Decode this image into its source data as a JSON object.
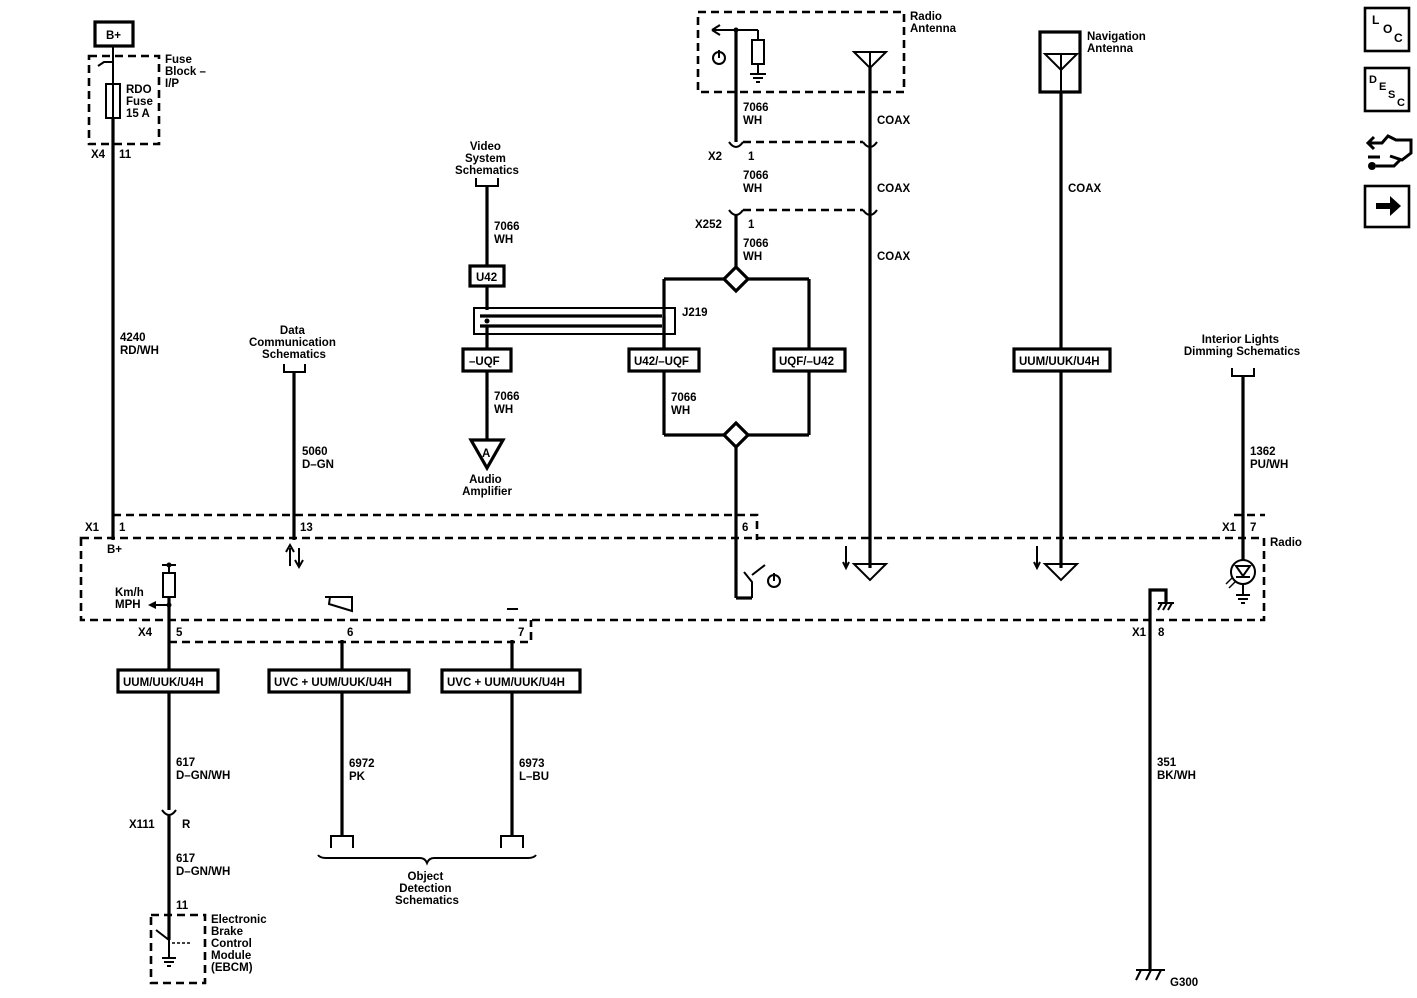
{
  "top": {
    "bplus": "B+",
    "fuse_block": [
      "Fuse",
      "Block –",
      "I/P"
    ],
    "fuse": [
      "RDO",
      "Fuse",
      "15 A"
    ],
    "x4_top": "X4",
    "pin_11_top": "11",
    "w4240": [
      "4240",
      "RD/WH"
    ]
  },
  "antenna": {
    "radio": [
      "Radio",
      "Antenna"
    ],
    "nav": [
      "Navigation",
      "Antenna"
    ],
    "coax1": "COAX",
    "coax2": "COAX",
    "coax3": "COAX",
    "coax_nav": "COAX",
    "w7066a": [
      "7066",
      "WH"
    ],
    "w7066b": [
      "7066",
      "WH"
    ],
    "w7066c": [
      "7066",
      "WH"
    ],
    "x2": "X2",
    "x2_pin": "1",
    "x252": "X252",
    "x252_pin": "1"
  },
  "video": {
    "title": [
      "Video",
      "System",
      "Schematics"
    ],
    "w7066": [
      "7066",
      "WH"
    ],
    "u42": "U42",
    "j219": "J219",
    "uqf_neg": "–UQF",
    "u42_uqf": "U42/–UQF",
    "uqf_u42": "UQF/–U42",
    "w7066_amp": [
      "7066",
      "WH"
    ],
    "w7066_mid": [
      "7066",
      "WH"
    ],
    "amp_symbol": "A",
    "amp_label": [
      "Audio",
      "Amplifier"
    ]
  },
  "data_comm": {
    "title": [
      "Data",
      "Communication",
      "Schematics"
    ],
    "w5060": [
      "5060",
      "D–GN"
    ]
  },
  "nav_box": "UUM/UUK/U4H",
  "interior": {
    "title": [
      "Interior Lights",
      "Dimming Schematics"
    ],
    "w1362": [
      "1362",
      "PU/WH"
    ]
  },
  "radio": {
    "x1_left": "X1",
    "pin1": "1",
    "pin13": "13",
    "pin6": "6",
    "x1_right": "X1",
    "pin7": "7",
    "label": "Radio",
    "bplus_inside": "B+",
    "kmh": "Km/h",
    "mph": "MPH",
    "x4_bottom": "X4",
    "pin5": "5",
    "pin6b": "6",
    "pin7b": "7",
    "x1_ground": "X1",
    "pin8": "8"
  },
  "bottom": {
    "opt1": "UUM/UUK/U4H",
    "opt2": "UVC + UUM/UUK/U4H",
    "opt3": "UVC + UUM/UUK/U4H",
    "w617a": [
      "617",
      "D–GN/WH"
    ],
    "x111": "X111",
    "x111_pin": "R",
    "w617b": [
      "617",
      "D–GN/WH"
    ],
    "ebcm_pin": "11",
    "ebcm": [
      "Electronic",
      "Brake",
      "Control",
      "Module",
      "(EBCM)"
    ],
    "w6972": [
      "6972",
      "PK"
    ],
    "w6973": [
      "6973",
      "L–BU"
    ],
    "object_det": [
      "Object",
      "Detection",
      "Schematics"
    ],
    "w351": [
      "351",
      "BK/WH"
    ],
    "ground": "G300"
  },
  "nav_buttons": {
    "loc": [
      "L",
      "O",
      "C"
    ],
    "desc": [
      "D",
      "E",
      "S",
      "C"
    ]
  }
}
